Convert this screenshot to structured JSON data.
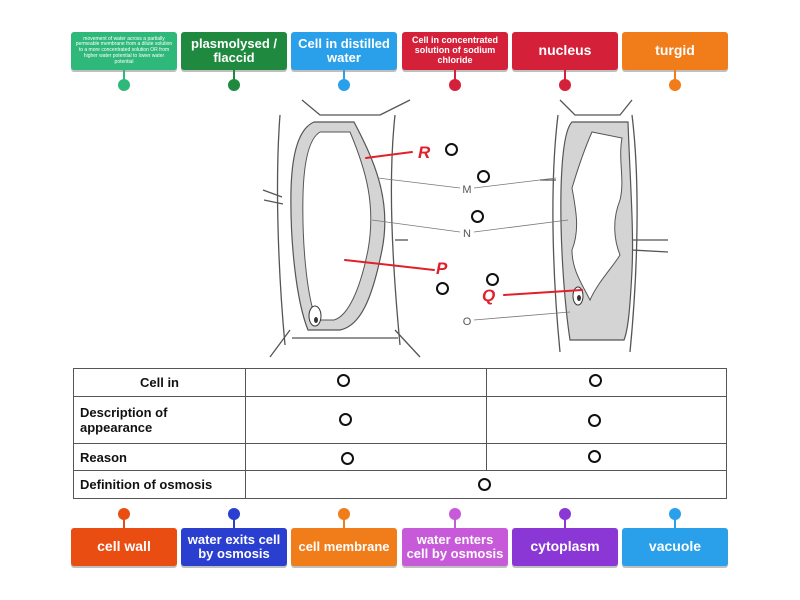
{
  "top_tiles": [
    {
      "text": "movement of water across a partially permeable membrane from a dilute solution to a more concentrated solution OR from higher water potential to lower water potential",
      "color": "#2eb87a"
    },
    {
      "text": "plasmolysed / flaccid",
      "color": "#1f8a3f"
    },
    {
      "text": "Cell in distilled water",
      "color": "#2aa0ea"
    },
    {
      "text": "Cell in concentrated solution of sodium chloride",
      "color": "#d5203a"
    },
    {
      "text": "nucleus",
      "color": "#d5203a"
    },
    {
      "text": "turgid",
      "color": "#f07c1a"
    }
  ],
  "bottom_tiles": [
    {
      "text": "cell wall",
      "color": "#ea4d12"
    },
    {
      "text": "water exits cell by osmosis",
      "color": "#2a3ed0"
    },
    {
      "text": "cell membrane",
      "color": "#f07c1a"
    },
    {
      "text": "water enters cell by osmosis",
      "color": "#c65ad8"
    },
    {
      "text": "cytoplasm",
      "color": "#8a37d6"
    },
    {
      "text": "vacuole",
      "color": "#2aa0ea"
    }
  ],
  "diagram_labels": {
    "M": "M",
    "N": "N",
    "O": "O",
    "P": "P",
    "Q": "Q",
    "R": "R"
  },
  "table": {
    "rows": [
      "Cell in",
      "Description of appearance",
      "Reason",
      "Definition of osmosis"
    ]
  },
  "colors": {
    "cell_fill": "#d4d4d4",
    "cell_outline": "#555555",
    "handwriting": "#e0202a"
  }
}
